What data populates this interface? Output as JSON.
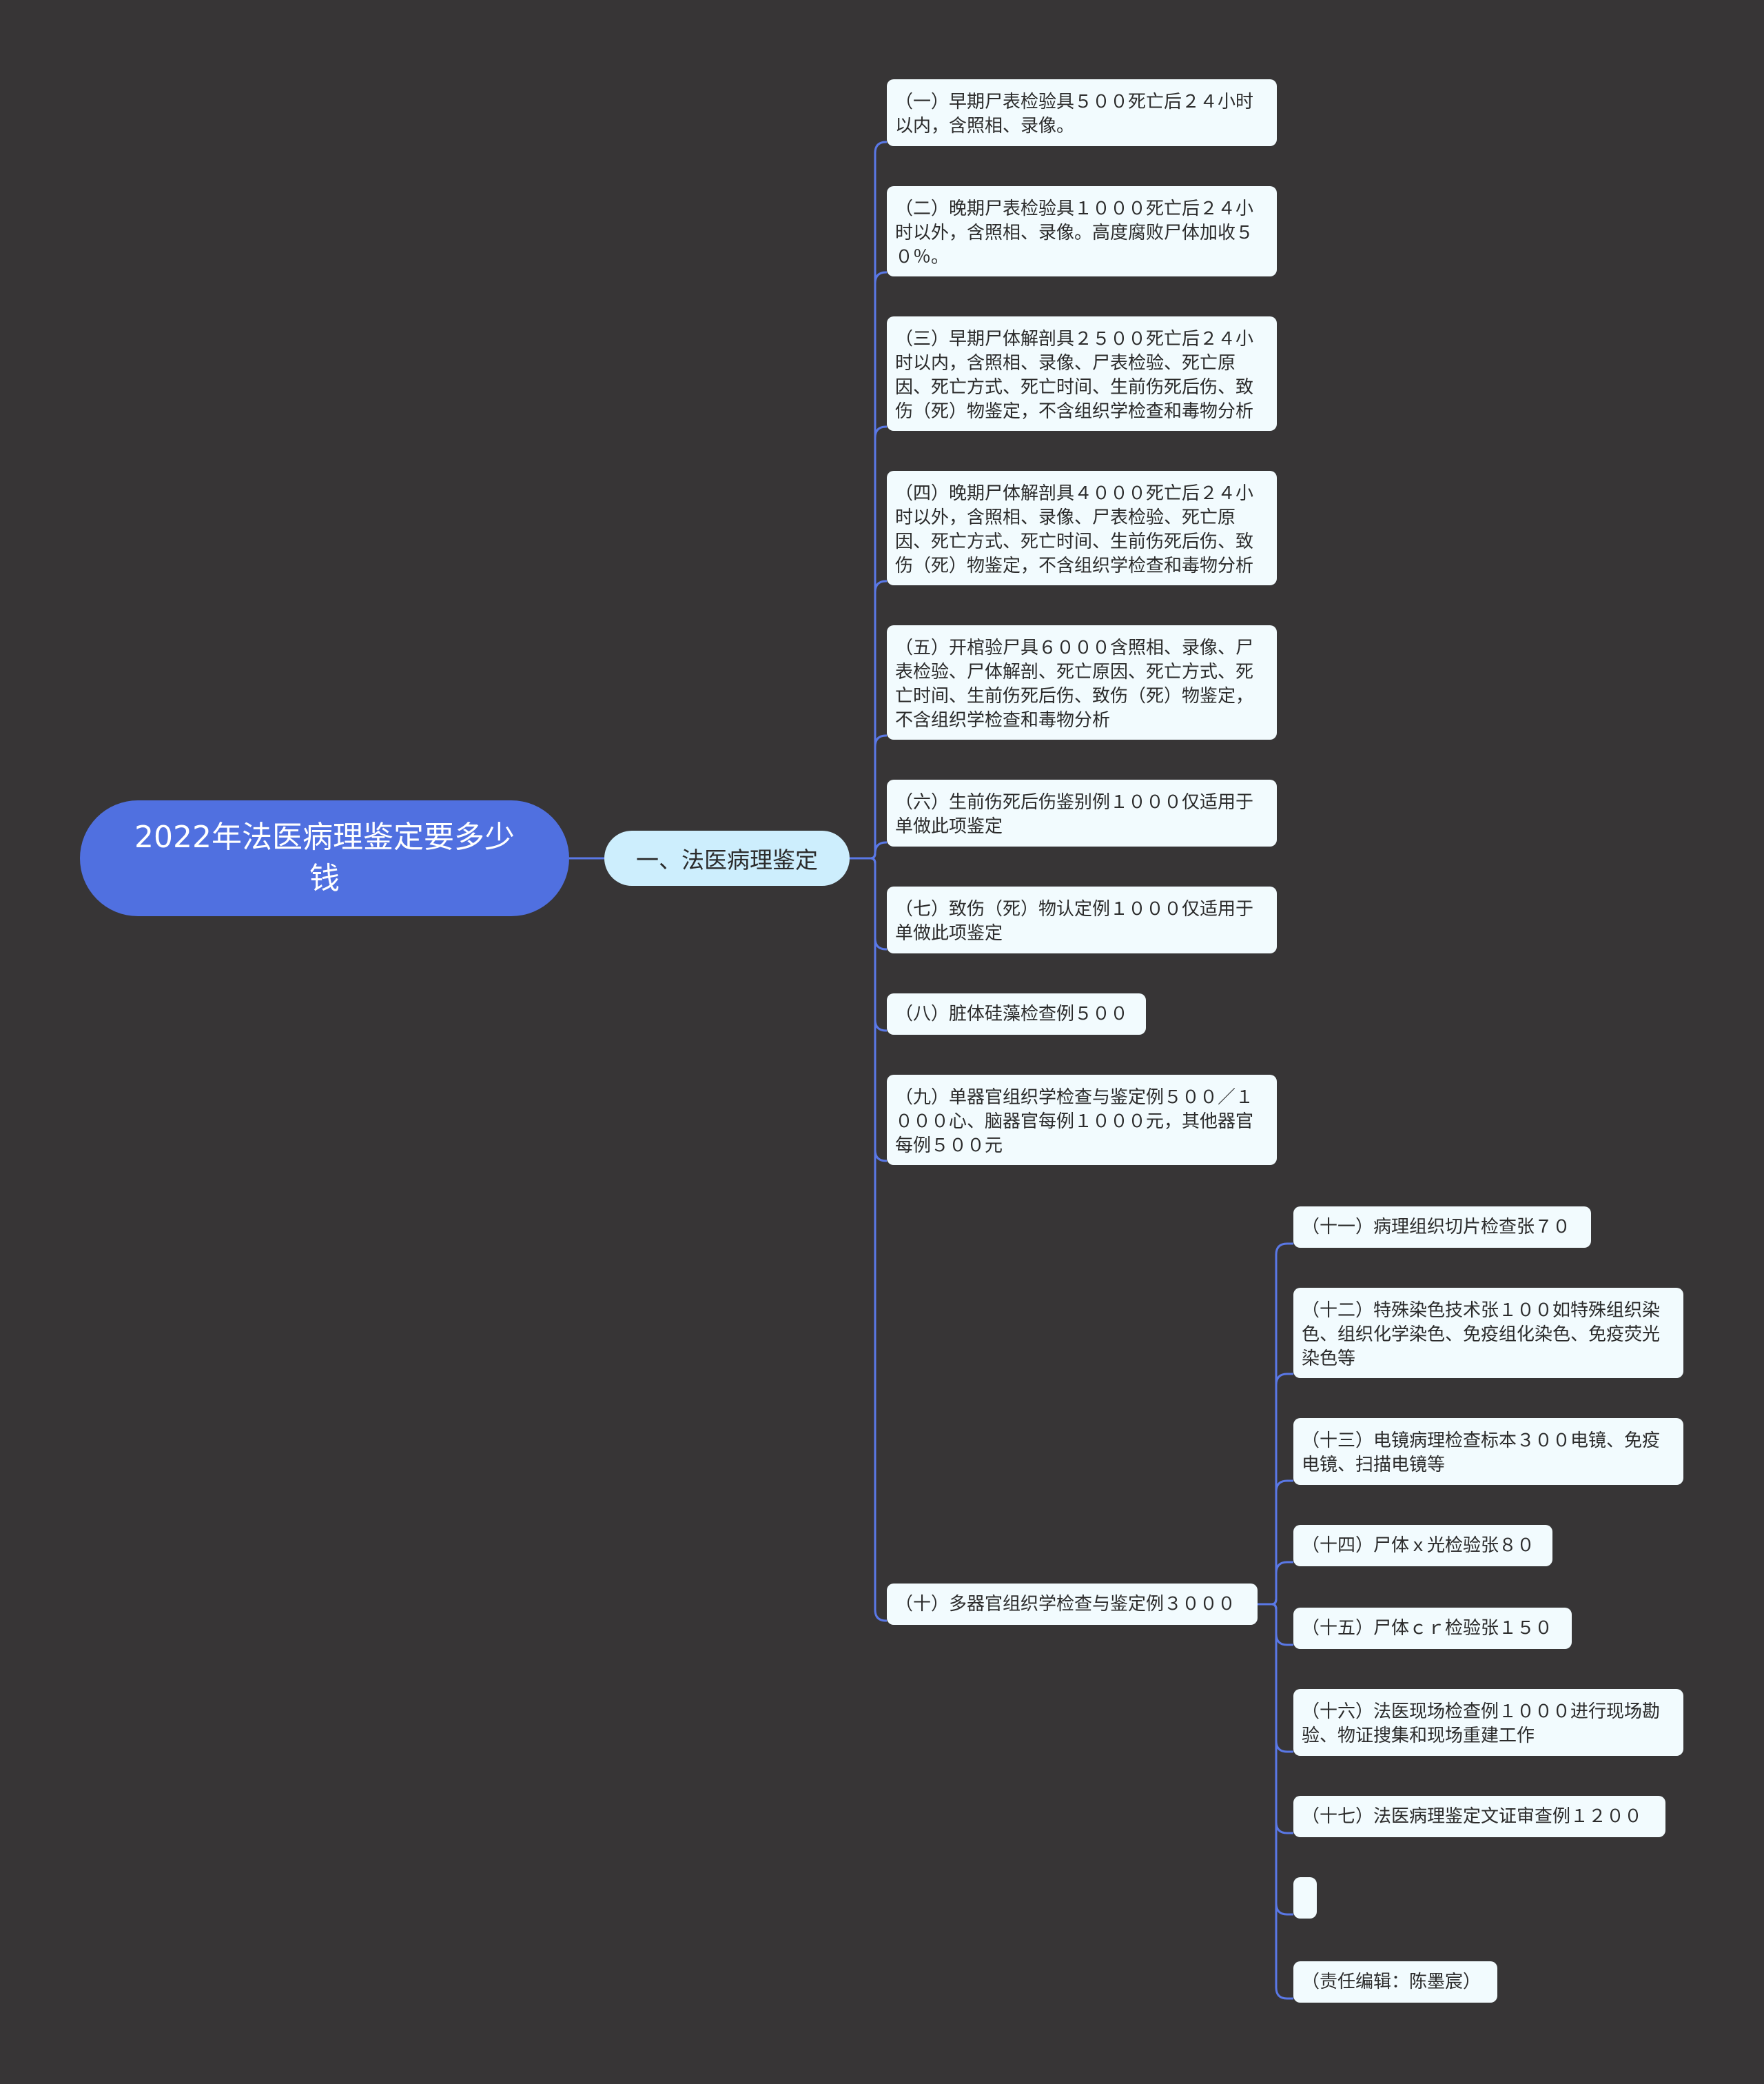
{
  "root": {
    "title": "2022年法医病理鉴定要多少钱"
  },
  "branch": {
    "label": "一、法医病理鉴定"
  },
  "items": [
    "（一）早期尸表检验具５００死亡后２４小时以内，含照相、录像。",
    "（二）晚期尸表检验具１０００死亡后２４小时以外，含照相、录像。高度腐败尸体加收５０％。",
    "（三）早期尸体解剖具２５００死亡后２４小时以内，含照相、录像、尸表检验、死亡原因、死亡方式、死亡时间、生前伤死后伤、致伤（死）物鉴定，不含组织学检查和毒物分析",
    "（四）晚期尸体解剖具４０００死亡后２４小时以外，含照相、录像、尸表检验、死亡原因、死亡方式、死亡时间、生前伤死后伤、致伤（死）物鉴定，不含组织学检查和毒物分析",
    "（五）开棺验尸具６０００含照相、录像、尸表检验、尸体解剖、死亡原因、死亡方式、死亡时间、生前伤死后伤、致伤（死）物鉴定，不含组织学检查和毒物分析",
    "（六）生前伤死后伤鉴别例１０００仅适用于单做此项鉴定",
    "（七）致伤（死）物认定例１０００仅适用于单做此项鉴定",
    "（八）脏体硅藻检查例５００",
    "（九）单器官组织学检查与鉴定例５００／１０００心、脑器官每例１０００元，其他器官每例５００元",
    "（十）多器官组织学检查与鉴定例３０００"
  ],
  "subitems": [
    "（十一）病理组织切片检查张７０",
    "（十二）特殊染色技术张１００如特殊组织染色、组织化学染色、免疫组化染色、免疫荧光染色等",
    "（十三）电镜病理检查标本３００电镜、免疫电镜、扫描电镜等",
    "（十四）尸体ｘ光检验张８０",
    "（十五）尸体ｃｒ检验张１５０",
    "（十六）法医现场检查例１０００进行现场勘验、物证搜集和现场重建工作",
    "（十七）法医病理鉴定文证审查例１２００",
    "",
    "（责任编辑：陈墨宸）"
  ],
  "colors": {
    "background": "#373536",
    "root": "#5070e0",
    "branch": "#cdeefd",
    "leaf": "#f2fbfe",
    "line": "#5a78e6"
  }
}
